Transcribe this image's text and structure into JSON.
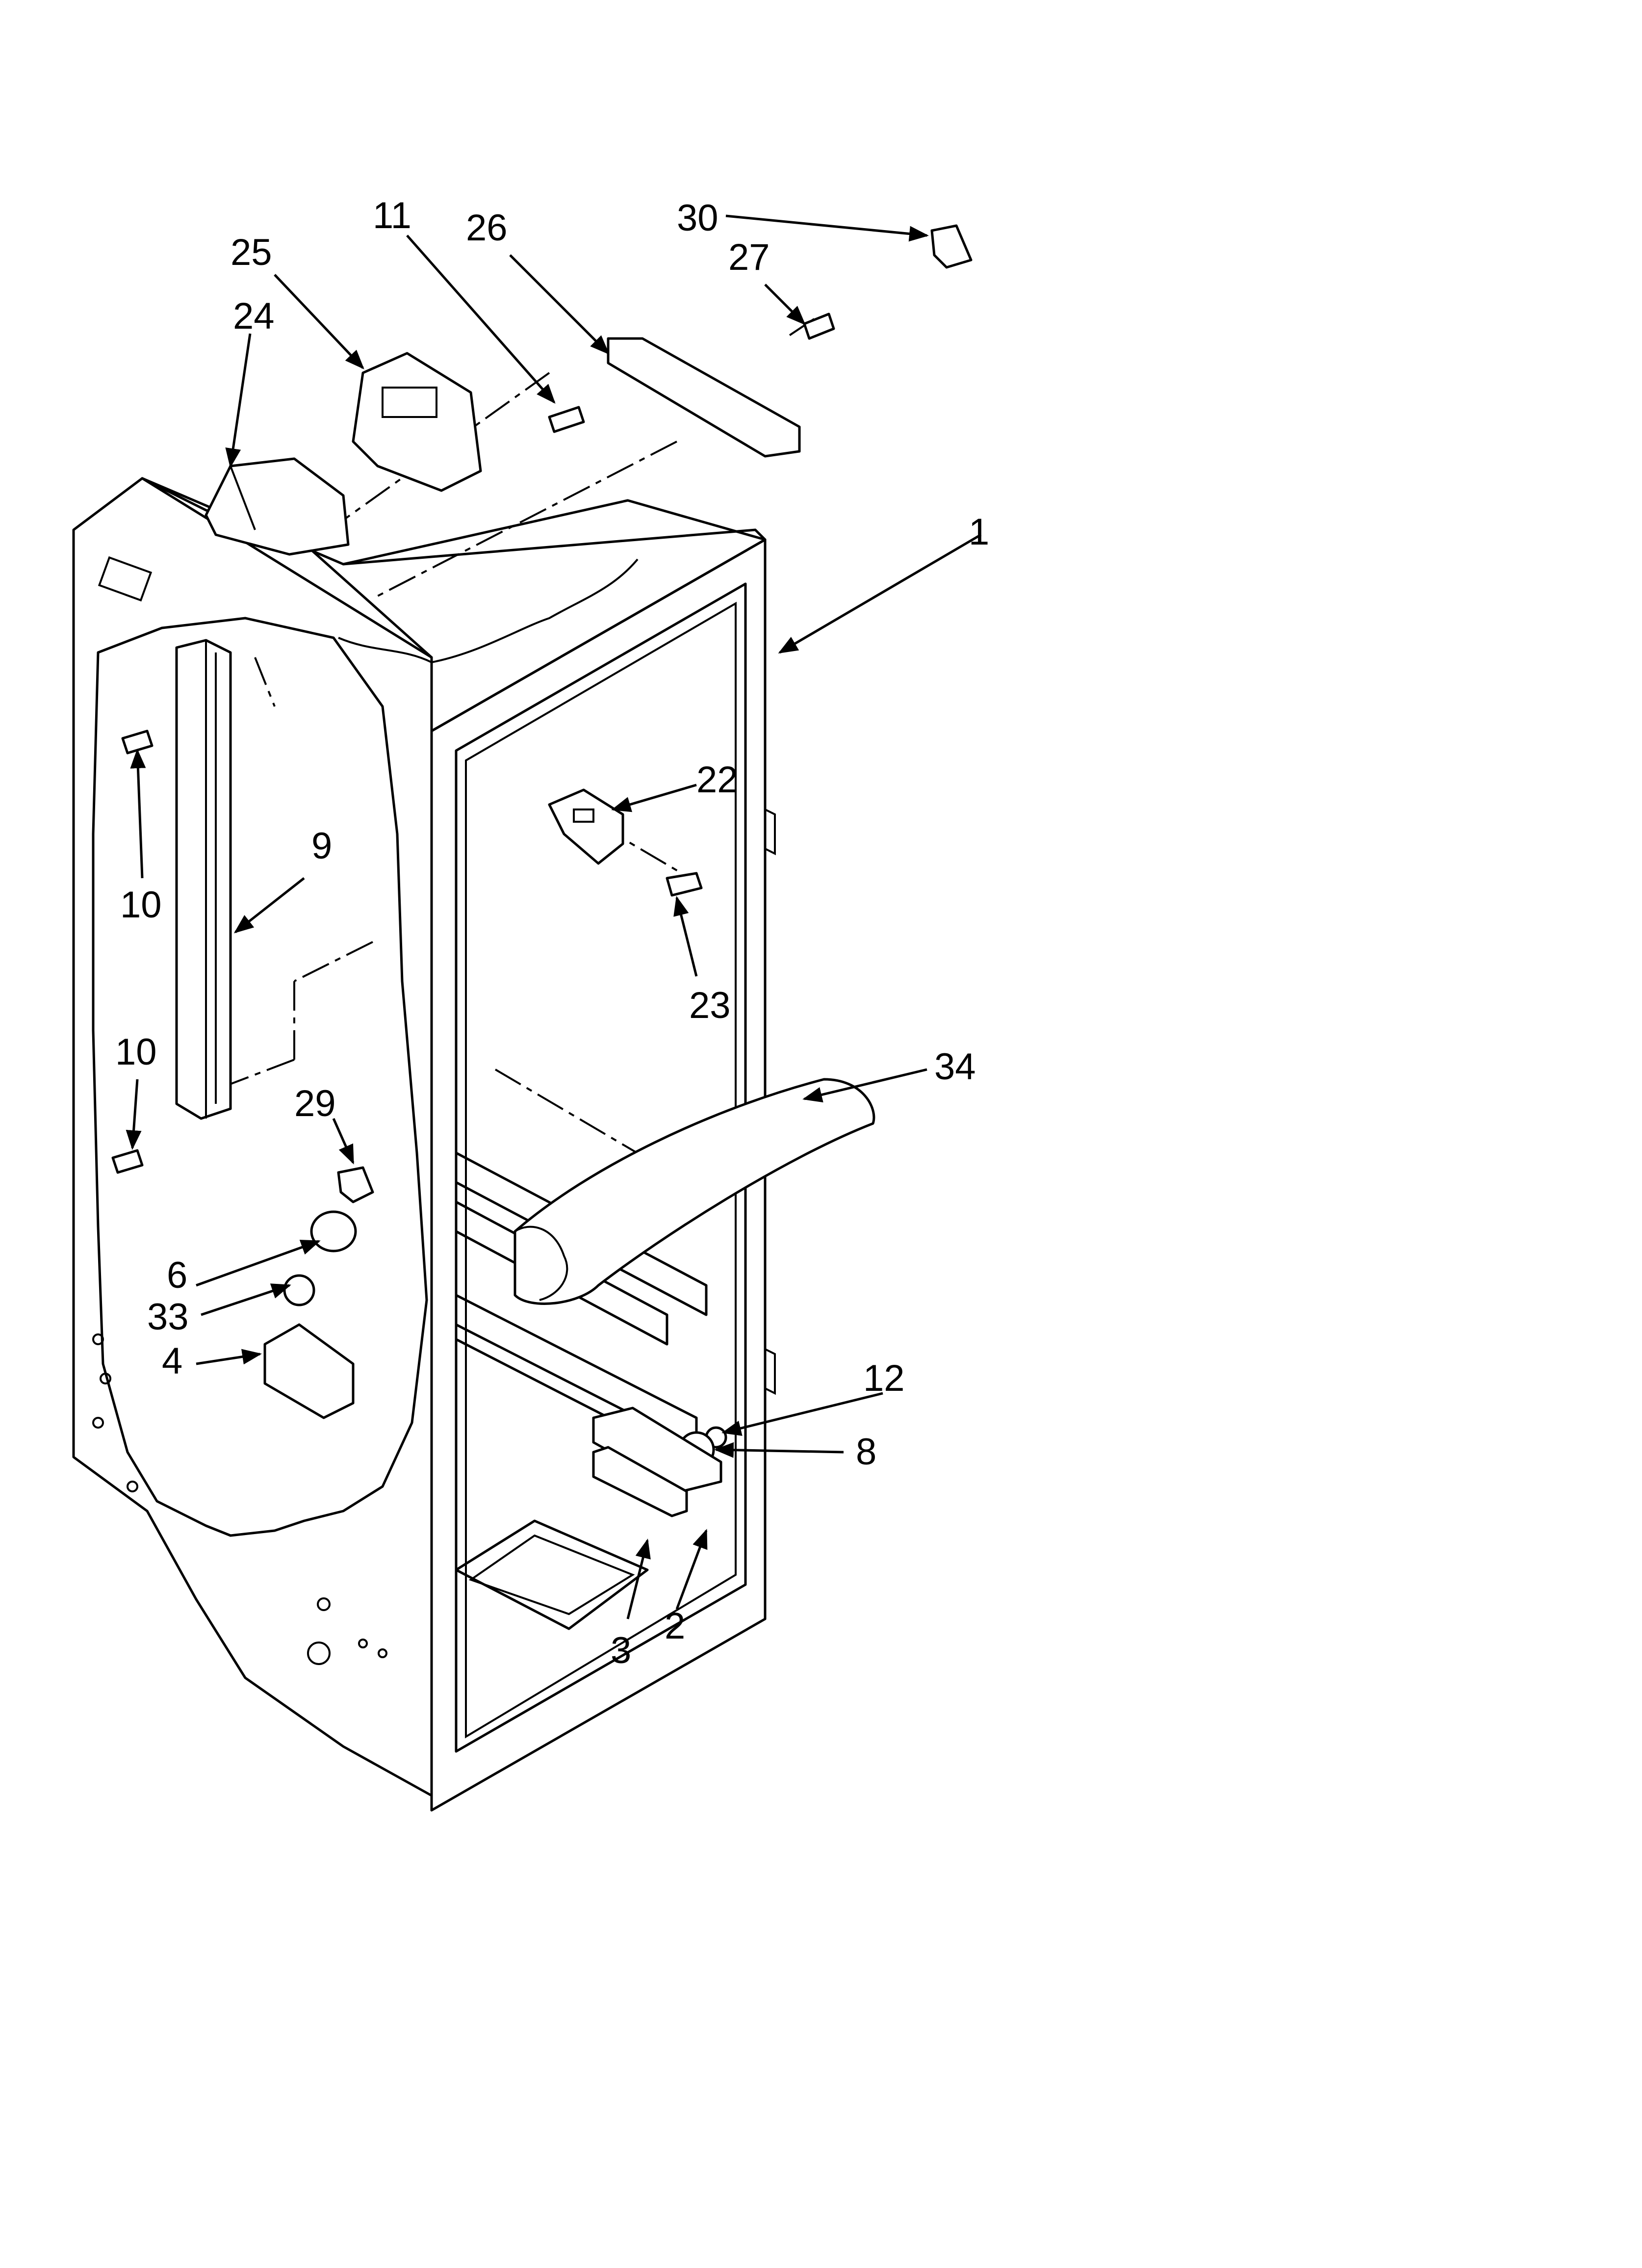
{
  "diagram": {
    "callouts": [
      {
        "id": "c1",
        "text": "1"
      },
      {
        "id": "c2",
        "text": "2"
      },
      {
        "id": "c3",
        "text": "3"
      },
      {
        "id": "c4",
        "text": "4"
      },
      {
        "id": "c6",
        "text": "6"
      },
      {
        "id": "c8",
        "text": "8"
      },
      {
        "id": "c9",
        "text": "9"
      },
      {
        "id": "c10a",
        "text": "10"
      },
      {
        "id": "c10b",
        "text": "10"
      },
      {
        "id": "c11",
        "text": "11"
      },
      {
        "id": "c12",
        "text": "12"
      },
      {
        "id": "c22",
        "text": "22"
      },
      {
        "id": "c23",
        "text": "23"
      },
      {
        "id": "c24",
        "text": "24"
      },
      {
        "id": "c25",
        "text": "25"
      },
      {
        "id": "c26",
        "text": "26"
      },
      {
        "id": "c27",
        "text": "27"
      },
      {
        "id": "c29",
        "text": "29"
      },
      {
        "id": "c30",
        "text": "30"
      },
      {
        "id": "c33",
        "text": "33"
      },
      {
        "id": "c34",
        "text": "34"
      }
    ]
  }
}
